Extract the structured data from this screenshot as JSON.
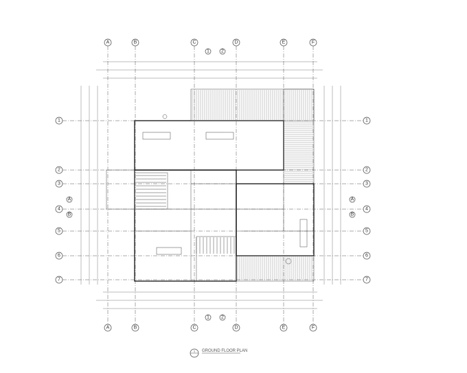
{
  "drawing": {
    "title": "GROUND FLOOR PLAN",
    "view_number": "1",
    "grid_columns": [
      "A",
      "B",
      "C",
      "D",
      "E",
      "F"
    ],
    "grid_rows": [
      "1",
      "2",
      "3",
      "4",
      "5",
      "6",
      "7"
    ],
    "section_markers": [
      "1",
      "2"
    ],
    "elevation_markers": [
      "A",
      "B"
    ]
  }
}
